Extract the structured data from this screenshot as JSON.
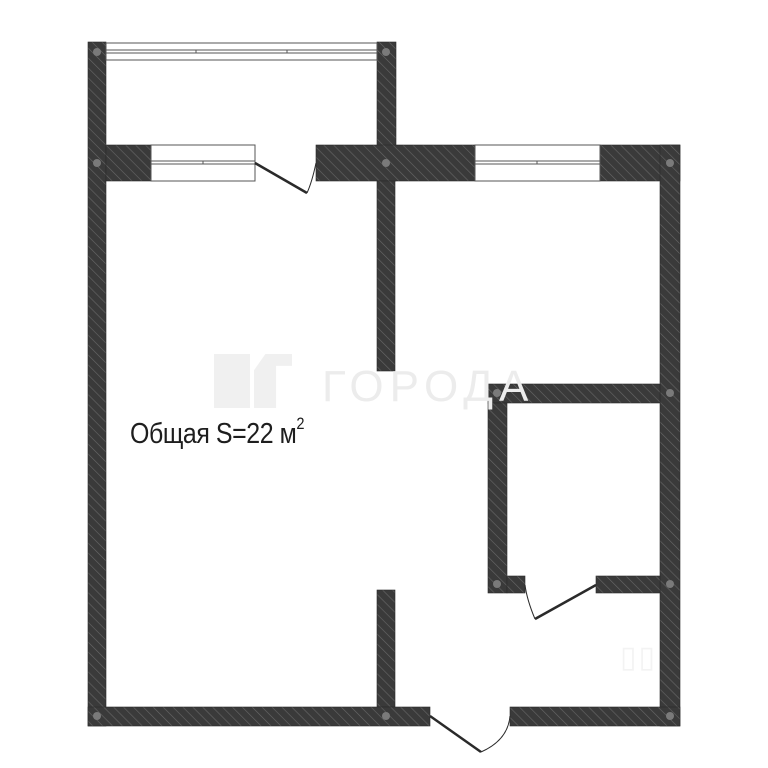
{
  "plan": {
    "area_label": "Общая S=22 м",
    "area_superscript": "2",
    "watermark_text": "ГОРОДА",
    "watermark_logo": "gorod-logo-icon",
    "colors": {
      "wall_fill": "#3a3a3a",
      "wall_hatch": "#6a6a6a",
      "column_dot": "#7a7a7a",
      "door_line": "#2a2a2a",
      "window_frame": "#555555",
      "watermark": "#ececec",
      "background": "#ffffff"
    },
    "rooms": [
      {
        "name": "balcony"
      },
      {
        "name": "main-room"
      },
      {
        "name": "kitchen-area"
      },
      {
        "name": "bathroom"
      },
      {
        "name": "hallway"
      }
    ],
    "windows": [
      {
        "name": "balcony-window"
      },
      {
        "name": "balcony-door-window"
      },
      {
        "name": "kitchen-window"
      }
    ],
    "doors": [
      {
        "name": "balcony-door"
      },
      {
        "name": "bathroom-door"
      },
      {
        "name": "entrance-door"
      }
    ]
  }
}
